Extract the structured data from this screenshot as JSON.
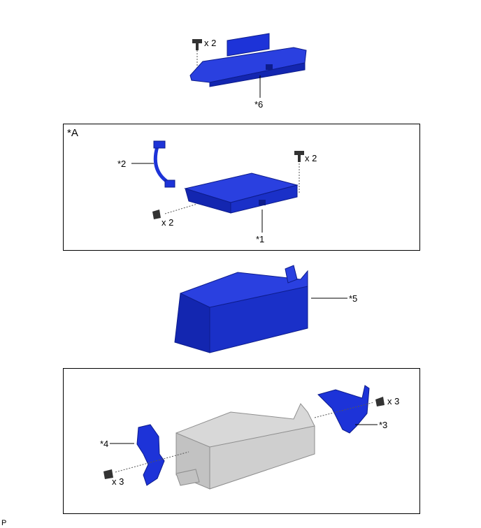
{
  "colors": {
    "part_blue": "#1d33d8",
    "part_blue_dark": "#0d1c8c",
    "part_gray": "#cfcfcf",
    "part_gray_dark": "#8e8e8e"
  },
  "top_group": {
    "screw_qty": "x 2",
    "part_label": "*6"
  },
  "group_a": {
    "title": "*A",
    "cable_label": "*2",
    "screw_qty_right": "x 2",
    "screw_qty_left": "x 2",
    "part_label": "*1"
  },
  "middle_group": {
    "part_label": "*5"
  },
  "bracket_group": {
    "screw_qty_right": "x 3",
    "right_bracket_label": "*3",
    "left_bracket_label": "*4",
    "screw_qty_left": "x 3"
  },
  "footer": {
    "code": "P"
  }
}
